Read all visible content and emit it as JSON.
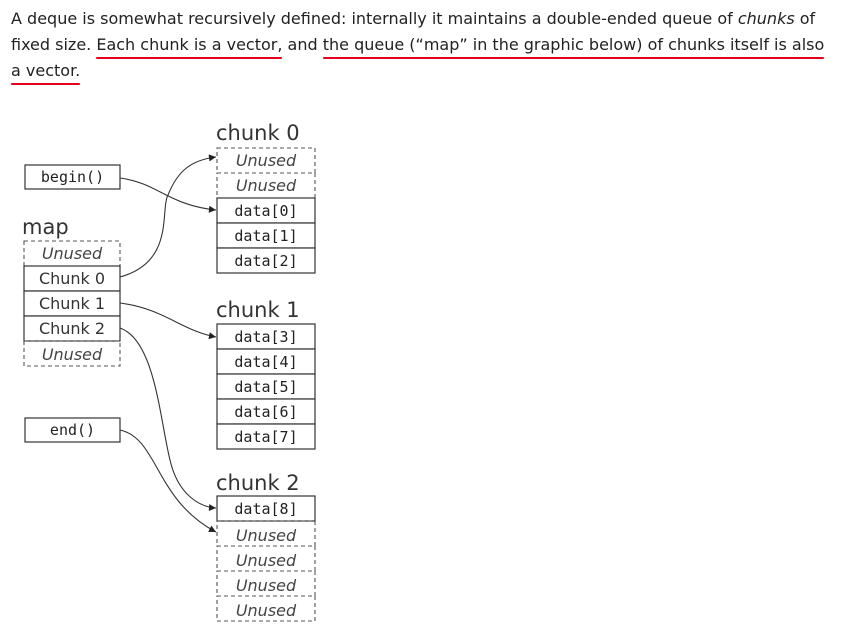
{
  "paragraph": {
    "t1": "A deque is somewhat recursively defined: internally it maintains a double-ended queue of ",
    "t2": "chunks",
    "t3": " of fixed size. ",
    "u1": "Each chunk is a vector,",
    "t4": " and ",
    "u2a": "the queue (“map” in the graphic below) of chunks itself is also",
    "u2b": "a vector."
  },
  "colors": {
    "underline": "#e4001b",
    "text": "#222222"
  },
  "diagram": {
    "begin": "begin()",
    "end": "end()",
    "map_title": "map",
    "map_cells": [
      "Unused",
      "Chunk 0",
      "Chunk 1",
      "Chunk 2",
      "Unused"
    ],
    "chunk0_title": "chunk 0",
    "chunk0_cells": [
      "Unused",
      "Unused",
      "data[0]",
      "data[1]",
      "data[2]"
    ],
    "chunk1_title": "chunk 1",
    "chunk1_cells": [
      "data[3]",
      "data[4]",
      "data[5]",
      "data[6]",
      "data[7]"
    ],
    "chunk2_title": "chunk 2",
    "chunk2_cells": [
      "data[8]",
      "Unused",
      "Unused",
      "Unused",
      "Unused"
    ]
  }
}
